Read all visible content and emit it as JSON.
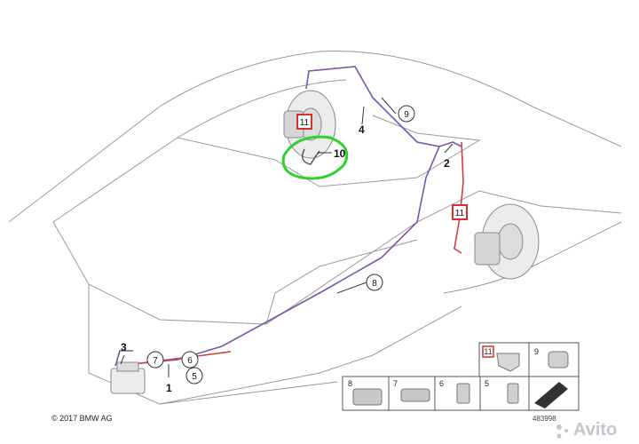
{
  "callouts": {
    "c1": "1",
    "c2": "2",
    "c3": "3",
    "c4": "4",
    "c5": "5",
    "c6": "6",
    "c7": "7",
    "c8": "8",
    "c9": "9",
    "c10": "10",
    "c11a": "11",
    "c11b": "11"
  },
  "legend": {
    "row1": [
      "11",
      "9"
    ],
    "row2": [
      "8",
      "7",
      "6",
      "5"
    ]
  },
  "copyright": "© 2017 BMW AG",
  "diagram_id": "483998",
  "watermark": "Avito",
  "colors": {
    "brake_line": "#7a55a6",
    "cable_red": "#d0403a",
    "highlight_green": "#2ed12e",
    "highlight_red_box": "#d63030",
    "outline": "#8a8a8a"
  }
}
